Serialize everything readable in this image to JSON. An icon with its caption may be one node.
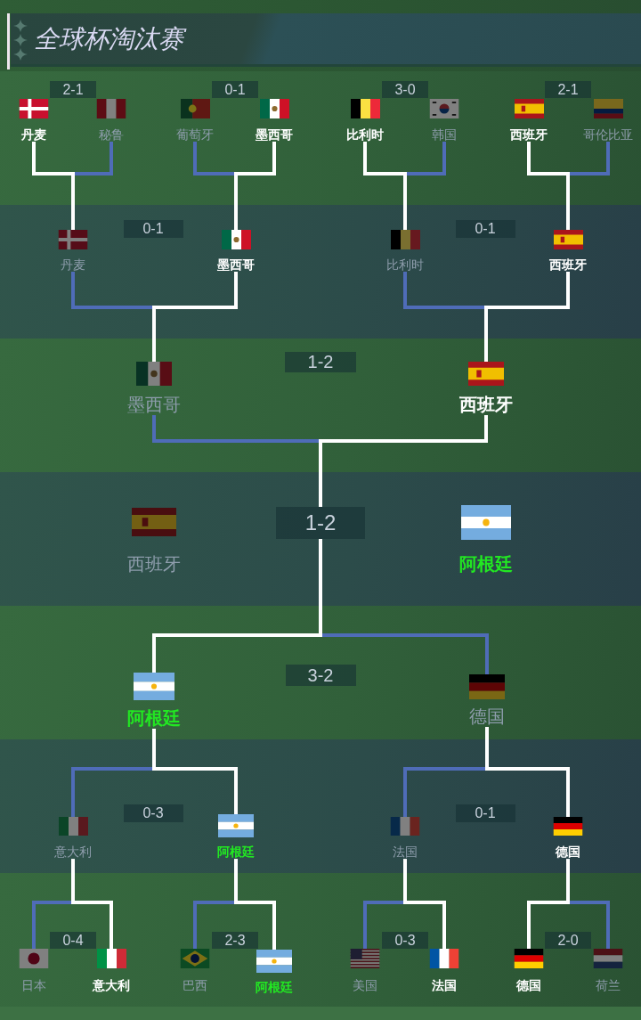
{
  "diagram": {
    "title": "全球杯淘汰赛",
    "nodes": [
      {
        "text": [
          "丹麦"
        ]
      },
      {
        "text": [
          "2-1"
        ]
      },
      {
        "text": [
          "秘鲁"
        ]
      },
      {
        "text": [
          "葡萄牙"
        ]
      },
      {
        "text": [
          "0-1"
        ]
      },
      {
        "text": [
          "墨西哥"
        ]
      },
      {
        "text": [
          "比利时"
        ]
      },
      {
        "text": [
          "3-0"
        ]
      },
      {
        "text": [
          "韩国"
        ]
      },
      {
        "text": [
          "西班牙"
        ]
      },
      {
        "text": [
          "2-1"
        ]
      },
      {
        "text": [
          "哥伦比亚"
        ]
      },
      {
        "text": [
          "丹麦"
        ]
      },
      {
        "text": [
          "0-1"
        ]
      },
      {
        "text": [
          "墨西哥"
        ]
      },
      {
        "text": [
          "比利时"
        ]
      },
      {
        "text": [
          "0-1"
        ]
      },
      {
        "text": [
          "西班牙"
        ]
      },
      {
        "text": [
          "墨西哥"
        ]
      },
      {
        "text": [
          "1-2"
        ]
      },
      {
        "text": [
          "西班牙"
        ]
      },
      {
        "text": [
          "西班牙"
        ]
      },
      {
        "text": [
          "1-2"
        ]
      },
      {
        "text": [
          "阿根廷"
        ]
      },
      {
        "text": [
          "阿根廷"
        ]
      },
      {
        "text": [
          "3-2"
        ]
      },
      {
        "text": [
          "德国"
        ]
      },
      {
        "text": [
          "意大利"
        ]
      },
      {
        "text": [
          "0-3"
        ]
      },
      {
        "text": [
          "阿根廷"
        ]
      },
      {
        "text": [
          "法国"
        ]
      },
      {
        "text": [
          "0-1"
        ]
      },
      {
        "text": [
          "德国"
        ]
      },
      {
        "text": [
          "日本"
        ]
      },
      {
        "text": [
          "0-4"
        ]
      },
      {
        "text": [
          "意大利"
        ]
      },
      {
        "text": [
          "巴西"
        ]
      },
      {
        "text": [
          "2-3"
        ]
      },
      {
        "text": [
          "阿根廷"
        ]
      },
      {
        "text": [
          "美国"
        ]
      },
      {
        "text": [
          "0-3"
        ]
      },
      {
        "text": [
          "法国"
        ]
      },
      {
        "text": [
          "德国"
        ]
      },
      {
        "text": [
          "2-0"
        ]
      },
      {
        "text": [
          "荷兰"
        ]
      }
    ],
    "edges": [
      {
        "from": 0,
        "to": 12,
        "arrow": "none",
        "color": "#ffffff"
      },
      {
        "from": 2,
        "to": 12,
        "arrow": "none",
        "color": "#4f6cb8"
      },
      {
        "from": 3,
        "to": 14,
        "arrow": "none",
        "color": "#4f6cb8"
      },
      {
        "from": 5,
        "to": 14,
        "arrow": "none",
        "color": "#ffffff"
      },
      {
        "from": 6,
        "to": 15,
        "arrow": "none",
        "color": "#ffffff"
      },
      {
        "from": 8,
        "to": 15,
        "arrow": "none",
        "color": "#4f6cb8"
      },
      {
        "from": 9,
        "to": 17,
        "arrow": "none",
        "color": "#ffffff"
      },
      {
        "from": 11,
        "to": 17,
        "arrow": "none",
        "color": "#4f6cb8"
      },
      {
        "from": 12,
        "to": 18,
        "arrow": "none",
        "color": "#4f6cb8"
      },
      {
        "from": 14,
        "to": 18,
        "arrow": "none",
        "color": "#ffffff"
      },
      {
        "from": 15,
        "to": 20,
        "arrow": "none",
        "color": "#4f6cb8"
      },
      {
        "from": 17,
        "to": 20,
        "arrow": "none",
        "color": "#ffffff"
      },
      {
        "from": 18,
        "to": 22,
        "arrow": "none",
        "color": "#4f6cb8"
      },
      {
        "from": 20,
        "to": 22,
        "arrow": "none",
        "color": "#ffffff"
      },
      {
        "from": 24,
        "to": 22,
        "arrow": "none",
        "color": "#ffffff"
      },
      {
        "from": 26,
        "to": 22,
        "arrow": "none",
        "color": "#4f6cb8"
      },
      {
        "from": 27,
        "to": 24,
        "arrow": "none",
        "color": "#4f6cb8"
      },
      {
        "from": 29,
        "to": 24,
        "arrow": "none",
        "color": "#ffffff"
      },
      {
        "from": 30,
        "to": 26,
        "arrow": "none",
        "color": "#4f6cb8"
      },
      {
        "from": 32,
        "to": 26,
        "arrow": "none",
        "color": "#ffffff"
      },
      {
        "from": 33,
        "to": 27,
        "arrow": "none",
        "color": "#4f6cb8"
      },
      {
        "from": 35,
        "to": 27,
        "arrow": "none",
        "color": "#ffffff"
      },
      {
        "from": 36,
        "to": 29,
        "arrow": "none",
        "color": "#4f6cb8"
      },
      {
        "from": 38,
        "to": 29,
        "arrow": "none",
        "color": "#ffffff"
      },
      {
        "from": 39,
        "to": 30,
        "arrow": "none",
        "color": "#4f6cb8"
      },
      {
        "from": 41,
        "to": 30,
        "arrow": "none",
        "color": "#ffffff"
      },
      {
        "from": 42,
        "to": 32,
        "arrow": "none",
        "color": "#ffffff"
      },
      {
        "from": 44,
        "to": 32,
        "arrow": "none",
        "color": "#4f6cb8"
      }
    ]
  }
}
